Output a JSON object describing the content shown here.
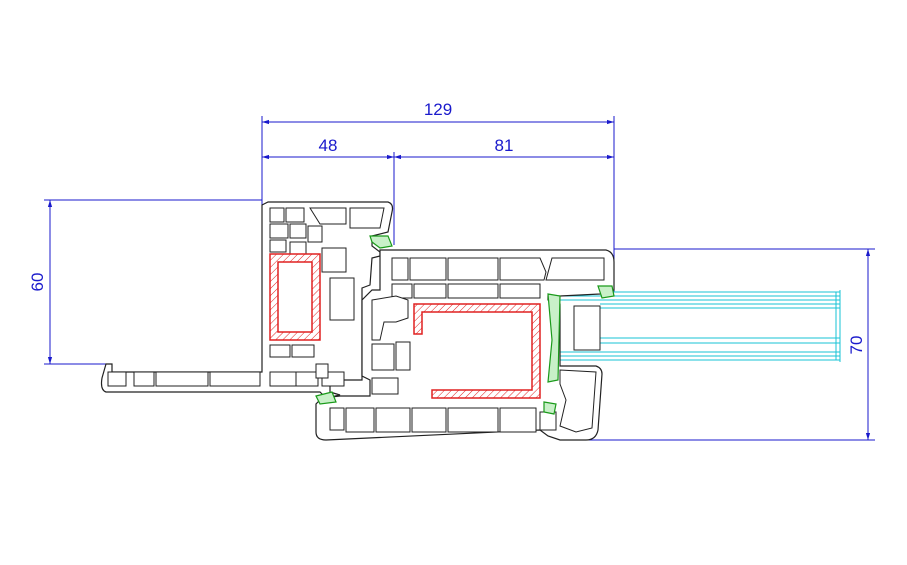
{
  "dimensions": {
    "overall_width": "129",
    "frame_width": "48",
    "sash_width": "81",
    "frame_height": "60",
    "sash_height": "70"
  },
  "colors": {
    "dimension": "#1a1acc",
    "profile": "#222222",
    "steel_reinforcement": "#e02020",
    "gasket": "#1a9a1a",
    "glazing": "#17c3d6"
  }
}
